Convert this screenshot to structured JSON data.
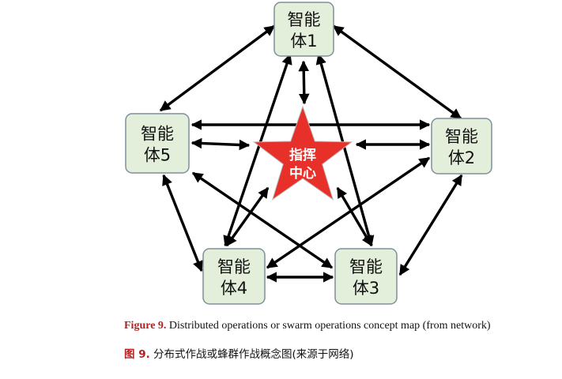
{
  "colors": {
    "node_fill": "#e3eedb",
    "node_stroke": "#7f8f9a",
    "star_fill": "#e8302a",
    "arrow": "#000000",
    "caption_tag": "#b22222"
  },
  "diagram": {
    "center": {
      "line1": "指挥",
      "line2": "中心"
    },
    "nodes": [
      {
        "id": "agent1",
        "line1": "智能",
        "line2": "体1"
      },
      {
        "id": "agent2",
        "line1": "智能",
        "line2": "体2"
      },
      {
        "id": "agent3",
        "line1": "智能",
        "line2": "体3"
      },
      {
        "id": "agent4",
        "line1": "智能",
        "line2": "体4"
      },
      {
        "id": "agent5",
        "line1": "智能",
        "line2": "体5"
      }
    ]
  },
  "caption": {
    "en_tag": "Figure 9.",
    "en_text": " Distributed operations or swarm operations concept map (from network)",
    "zh_tag": "图 9.",
    "zh_text": " 分布式作战或蜂群作战概念图(来源于网络)"
  }
}
